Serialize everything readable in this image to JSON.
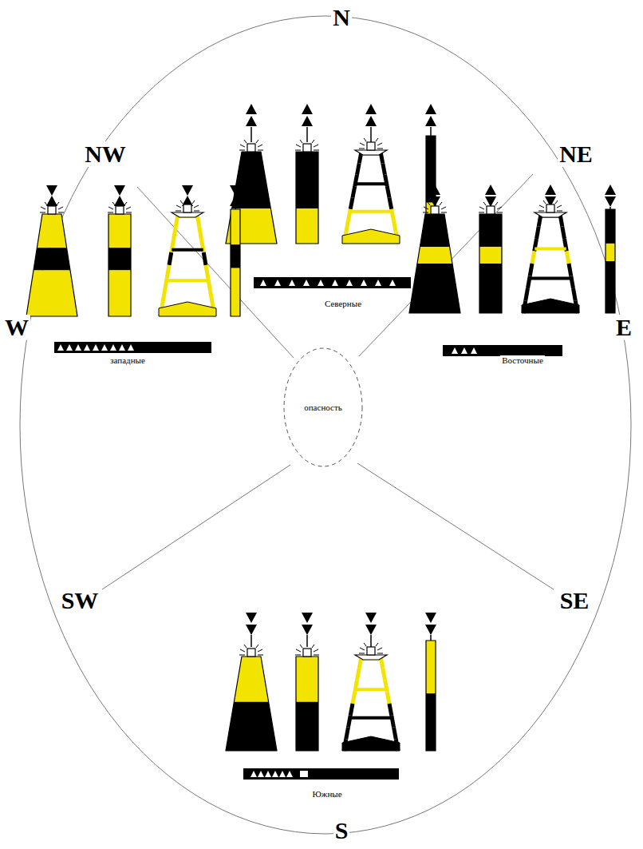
{
  "diagram": {
    "nodes": [
      {
        "text": [
          "опасность"
        ]
      }
    ],
    "labels": [
      "N",
      "NE",
      "E",
      "SE",
      "S",
      "SW",
      "W",
      "NW",
      "Северные",
      "западные",
      "Восточные",
      "Южные"
    ]
  }
}
